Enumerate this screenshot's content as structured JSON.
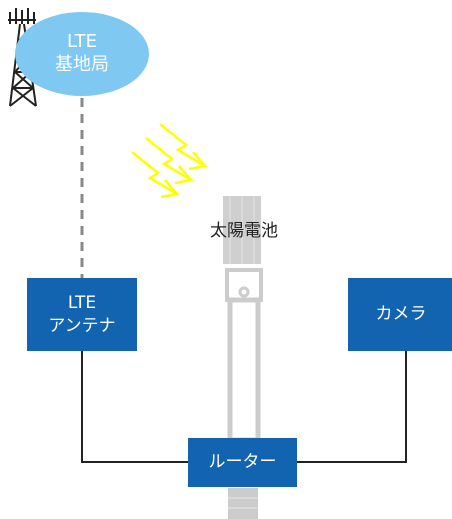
{
  "diagram": {
    "base_station": {
      "line1": "LTE",
      "line2": "基地局"
    },
    "solar_panel": {
      "label": "太陽電池"
    },
    "lte_antenna": {
      "line1": "LTE",
      "line2": "アンテナ"
    },
    "camera": {
      "label": "カメラ"
    },
    "router": {
      "label": "ルーター"
    },
    "colors": {
      "cloud": "#7ec8f2",
      "box": "#1264b0",
      "sun_rays": "#ffff00",
      "pole": "#cccccc",
      "wire": "#222222",
      "dashed_link": "#888888",
      "tower": "#222222"
    }
  }
}
